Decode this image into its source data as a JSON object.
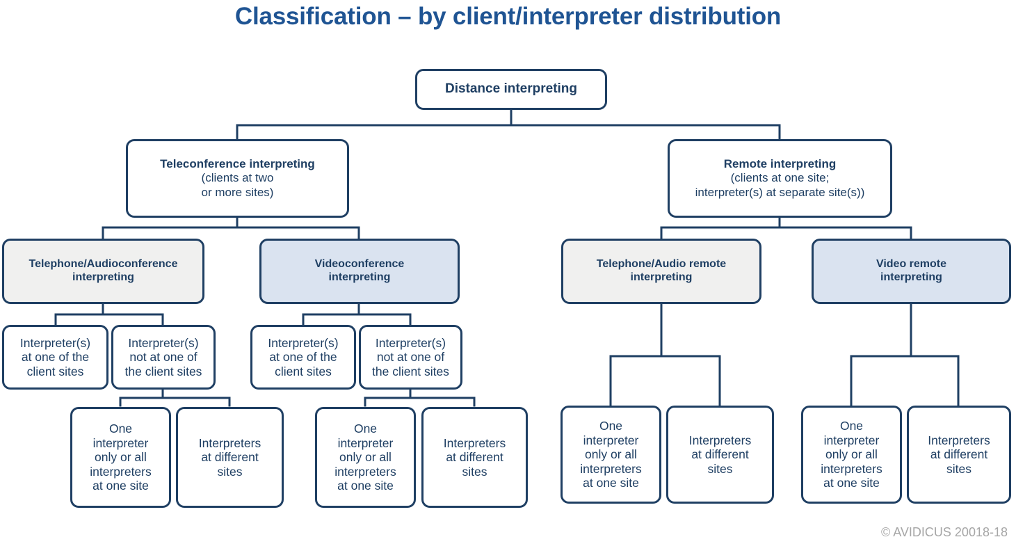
{
  "page": {
    "title": "Classification – by client/interpreter distribution",
    "footer": "© AVIDICUS 20018-18",
    "title_color": "#1f5493",
    "node_border_color": "#1f3f63",
    "node_text_color": "#1f3f63",
    "fill_gray": "#f0f0ef",
    "fill_blue": "#dae3f0",
    "fill_white": "#ffffff",
    "footer_color": "#a6a6a6"
  },
  "nodes": {
    "root": {
      "title": "Distance interpreting"
    },
    "teleconference": {
      "title": "Teleconference interpreting",
      "sub_line1": "(clients at two",
      "sub_line2": "or more sites)"
    },
    "remote": {
      "title": "Remote interpreting",
      "sub_line1": "(clients at one site;",
      "sub_line2": "interpreter(s) at separate site(s))"
    },
    "telephone_audioconference": {
      "line1": "Telephone/Audioconference",
      "line2": "interpreting"
    },
    "videoconference": {
      "line1": "Videoconference",
      "line2": "interpreting"
    },
    "telephone_audio_remote": {
      "line1": "Telephone/Audio remote",
      "line2": "interpreting"
    },
    "video_remote": {
      "line1": "Video remote",
      "line2": "interpreting"
    },
    "interp_at_site_a": {
      "line1": "Interpreter(s)",
      "line2": "at one of the",
      "line3": "client sites"
    },
    "interp_not_at_site_a": {
      "line1": "Interpreter(s)",
      "line2": "not at one of",
      "line3": "the client sites"
    },
    "interp_at_site_b": {
      "line1": "Interpreter(s)",
      "line2": "at one of the",
      "line3": "client sites"
    },
    "interp_not_at_site_b": {
      "line1": "Interpreter(s)",
      "line2": "not at one of",
      "line3": "the client sites"
    },
    "one_site_1": {
      "line1": "One",
      "line2": "interpreter",
      "line3": "only or all",
      "line4": "interpreters",
      "line5": "at one site"
    },
    "diff_sites_1": {
      "line1": "Interpreters",
      "line2": "at different",
      "line3": "sites"
    },
    "one_site_2": {
      "line1": "One",
      "line2": "interpreter",
      "line3": "only or all",
      "line4": "interpreters",
      "line5": "at one site"
    },
    "diff_sites_2": {
      "line1": "Interpreters",
      "line2": "at different",
      "line3": "sites"
    },
    "one_site_3": {
      "line1": "One",
      "line2": "interpreter",
      "line3": "only or all",
      "line4": "interpreters",
      "line5": "at one site"
    },
    "diff_sites_3": {
      "line1": "Interpreters",
      "line2": "at different",
      "line3": "sites"
    },
    "one_site_4": {
      "line1": "One",
      "line2": "interpreter",
      "line3": "only or all",
      "line4": "interpreters",
      "line5": "at one site"
    },
    "diff_sites_4": {
      "line1": "Interpreters",
      "line2": "at different",
      "line3": "sites"
    }
  },
  "hierarchy": {
    "root": "Distance interpreting",
    "children": [
      {
        "label": "Teleconference interpreting",
        "children": [
          {
            "label": "Telephone/Audioconference interpreting",
            "children": [
              {
                "label": "Interpreter(s) at one of the client sites",
                "children": []
              },
              {
                "label": "Interpreter(s) not at one of the client sites",
                "children": [
                  {
                    "label": "One interpreter only or all interpreters at one site"
                  },
                  {
                    "label": "Interpreters at different sites"
                  }
                ]
              }
            ]
          },
          {
            "label": "Videoconference interpreting",
            "children": [
              {
                "label": "Interpreter(s) at one of the client sites",
                "children": []
              },
              {
                "label": "Interpreter(s) not at one of the client sites",
                "children": [
                  {
                    "label": "One interpreter only or all interpreters at one site"
                  },
                  {
                    "label": "Interpreters at different sites"
                  }
                ]
              }
            ]
          }
        ]
      },
      {
        "label": "Remote interpreting",
        "children": [
          {
            "label": "Telephone/Audio remote interpreting",
            "children": [
              {
                "label": "One interpreter only or all interpreters at one site"
              },
              {
                "label": "Interpreters at different sites"
              }
            ]
          },
          {
            "label": "Video remote interpreting",
            "children": [
              {
                "label": "One interpreter only or all interpreters at one site"
              },
              {
                "label": "Interpreters at different sites"
              }
            ]
          }
        ]
      }
    ]
  }
}
